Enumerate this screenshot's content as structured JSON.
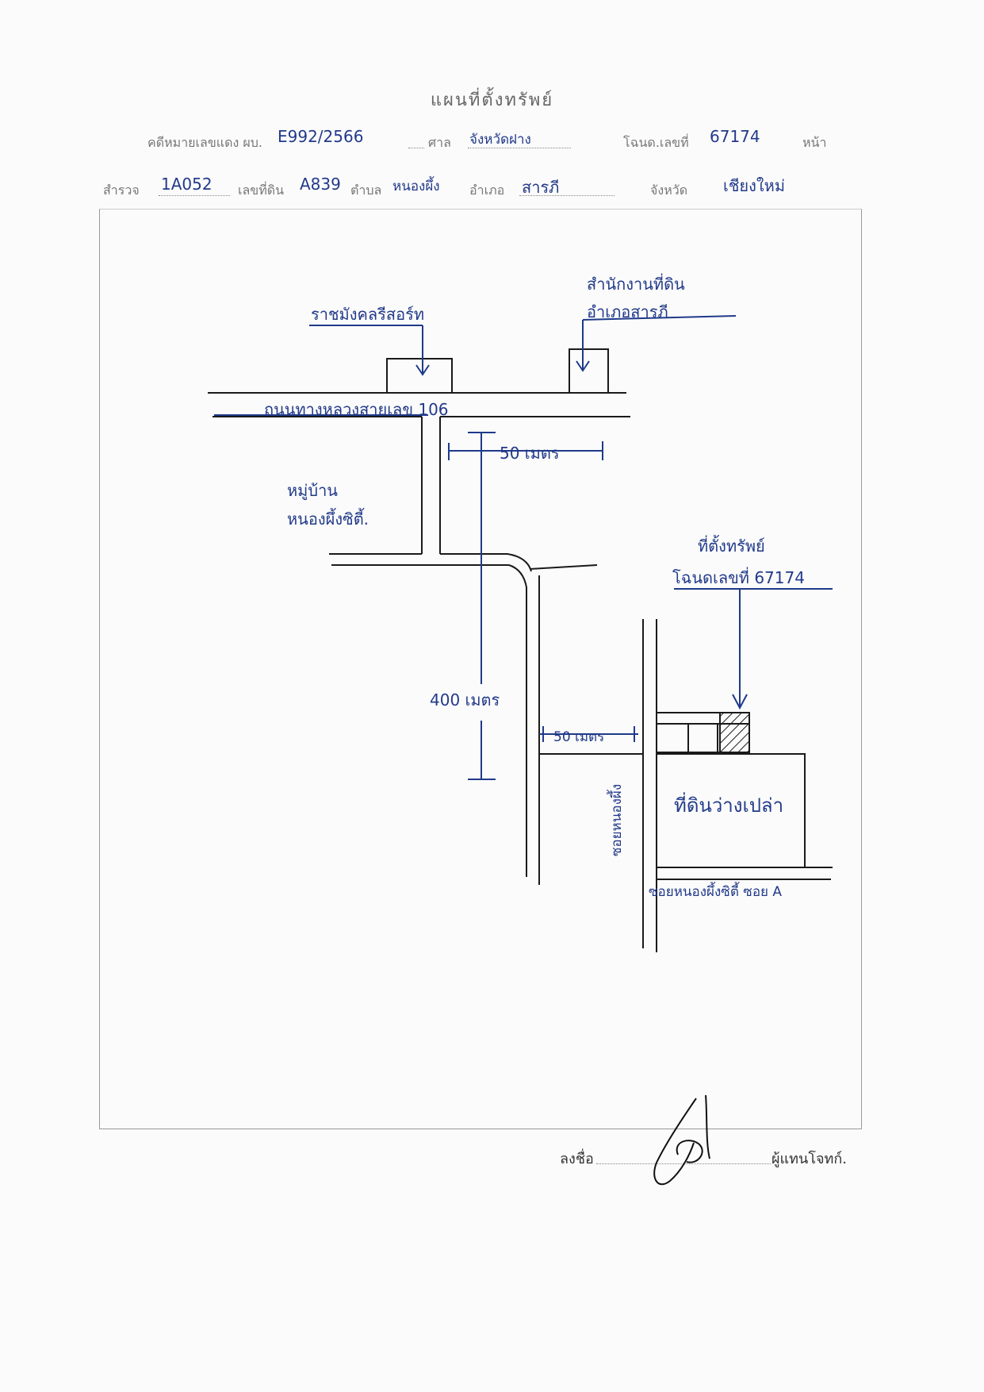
{
  "document": {
    "title": "แผนที่ตั้งทรัพย์"
  },
  "header_row1": {
    "case_label": "คดีหมายเลขแดง ผบ.",
    "case_value": "E992/2566",
    "court_label": "ศาล",
    "court_value": "จังหวัดฝาง",
    "deed_label": "โฉนด.เลขที่",
    "deed_value": "67174",
    "page_label": "หน้า"
  },
  "header_row2": {
    "survey_label": "สำรวจ",
    "survey_value": "1A052",
    "land_no_label": "เลขที่ดิน",
    "land_no_value": "A839",
    "subdistrict_label": "ตำบล",
    "subdistrict_value": "หนองผึ้ง",
    "district_label": "อำเภอ",
    "district_value": "สารภี",
    "province_label": "จังหวัด",
    "province_value": "เชียงใหม่"
  },
  "map": {
    "landmark_left": "ราชมังคลรีสอร์ท",
    "landmark_right_line1": "สำนักงานที่ดิน",
    "landmark_right_line2": "อำเภอสารภี",
    "main_road": "ถนนทางหลวงสายเลข 106",
    "village_line1": "หมู่บ้าน",
    "village_line2": "หนองผึ้งซิตี้.",
    "dist_top": "50 เมตร",
    "dist_vertical": "400 เมตร",
    "dist_bottom": "50 เมตร",
    "property_line1": "ที่ตั้งทรัพย์",
    "property_line2": "โฉนดเลขที่ 67174",
    "vacant_land": "ที่ดินว่างเปล่า",
    "soi_vertical": "ซอยหนองผึ้ง",
    "soi_bottom": "ซอยหนองผึ้งซิตี้ ซอย A"
  },
  "signature": {
    "sign_label": "ลงชื่อ",
    "role_label": "ผู้แทนโจทก์."
  }
}
